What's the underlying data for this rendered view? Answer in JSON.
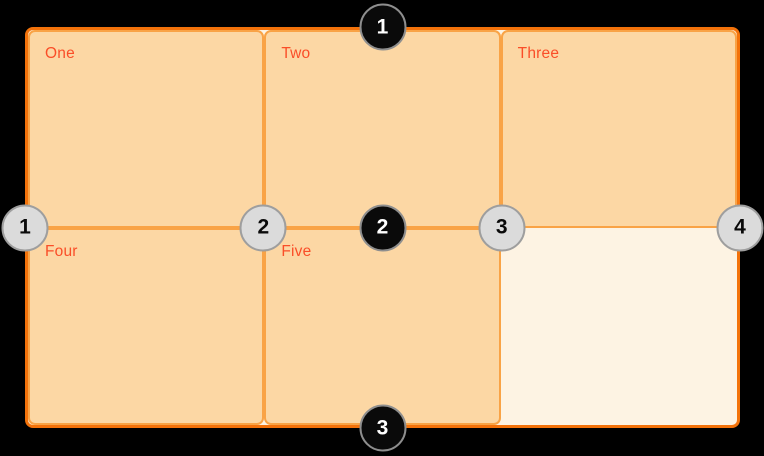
{
  "diagram": {
    "title": "css-grid-lines-diagram",
    "cells": [
      {
        "label": "One"
      },
      {
        "label": "Two"
      },
      {
        "label": "Three"
      },
      {
        "label": "Four"
      },
      {
        "label": "Five"
      },
      {
        "label": ""
      }
    ],
    "row_lines": [
      {
        "number": "1"
      },
      {
        "number": "2"
      },
      {
        "number": "3"
      }
    ],
    "column_lines": [
      {
        "number": "1"
      },
      {
        "number": "2"
      },
      {
        "number": "3"
      },
      {
        "number": "4"
      }
    ],
    "colors": {
      "page_background": "#000000",
      "container_border": "#F3720A",
      "container_background": "#FDF3E3",
      "cell_background": "#FCD7A4",
      "cell_border": "#F9A346",
      "label_text": "#FA4E28",
      "row_badge_background": "#0A0A0A",
      "row_badge_text": "#FFFFFF",
      "column_badge_background": "#DBDBDB",
      "column_badge_text": "#0A0A0A",
      "badge_ring": "#9E9E9E"
    }
  }
}
